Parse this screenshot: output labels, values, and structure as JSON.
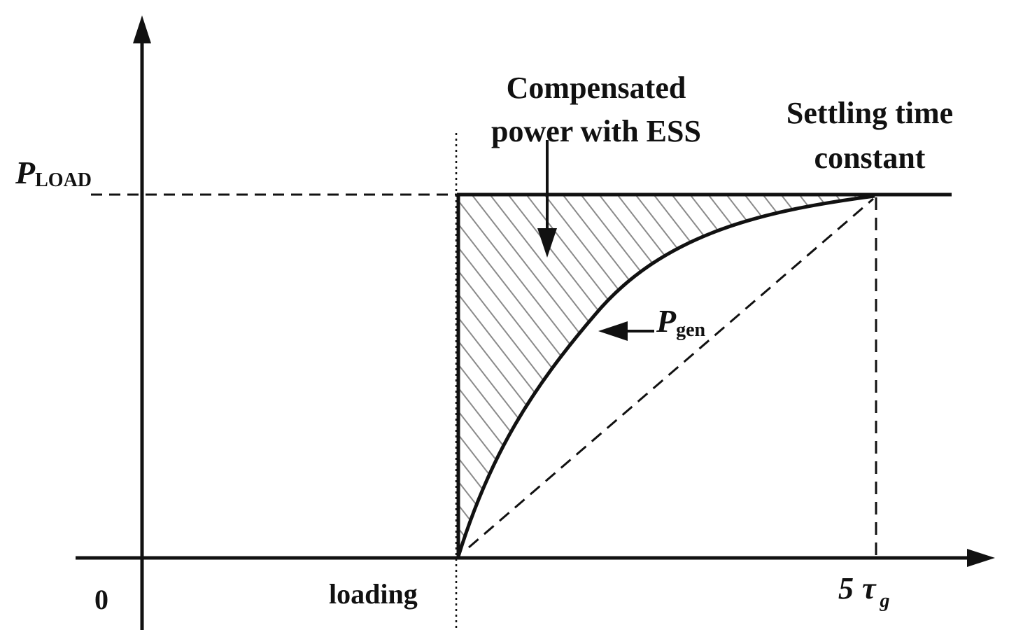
{
  "labels": {
    "y_axis_symbol": "P",
    "y_axis_subscript": "LOAD",
    "origin": "0",
    "loading": "loading",
    "settling_coeff": "5",
    "tau": "τ",
    "tau_subscript": "g",
    "compensated_line1": "Compensated",
    "compensated_line2": "power with ESS",
    "settling_line1": "Settling time",
    "settling_line2": "constant",
    "pgen_symbol": "P",
    "pgen_subscript": "gen"
  },
  "colors": {
    "ink": "#111111",
    "hatch": "#8a8a8a",
    "background": "#ffffff"
  }
}
